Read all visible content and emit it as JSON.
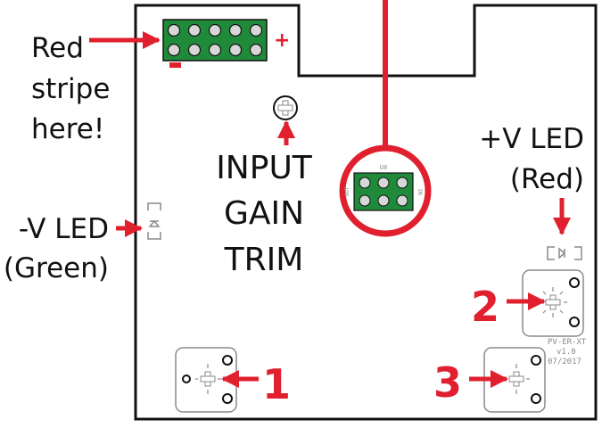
{
  "labels": {
    "red_stripe": [
      "Red",
      "stripe",
      "here!"
    ],
    "input_gain_trim": [
      "INPUT",
      "GAIN",
      "TRIM"
    ],
    "pos_led": [
      "+V LED",
      "(Red)"
    ],
    "neg_led": [
      "-V LED",
      "(Green)"
    ]
  },
  "polarity": {
    "plus": "+",
    "minus": "-"
  },
  "numbers": {
    "one": "1",
    "two": "2",
    "three": "3"
  },
  "silkscreen": {
    "board_name": "PV-ER-XT",
    "version": "v1.0",
    "date": "07/2017",
    "conn_top": "U8",
    "conn_left": "OUT",
    "conn_right": "IN"
  },
  "colors": {
    "accent": "#e0202e",
    "pcb_green": "#1f8a3a",
    "pad_gold": "#d7d7d7",
    "outline": "#111111",
    "silk": "#8a8a8a"
  }
}
